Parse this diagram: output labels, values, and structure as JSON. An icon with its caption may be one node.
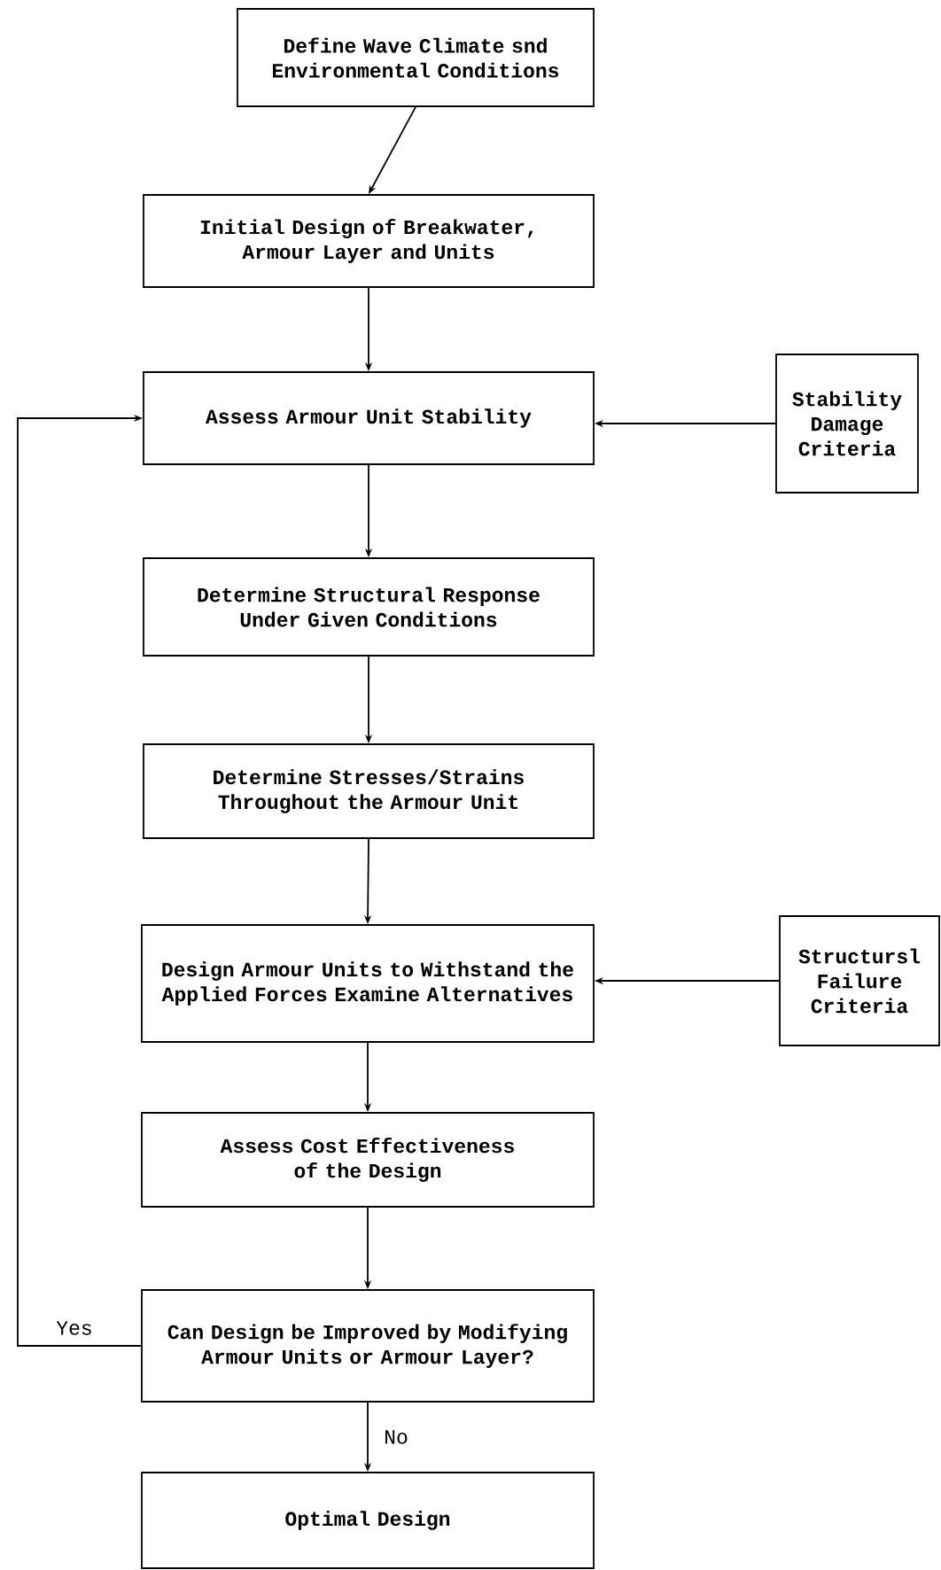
{
  "diagram": {
    "nodes": [
      {
        "text": [
          "Define Wave Climate snd Environmental Conditions"
        ]
      },
      {
        "text": [
          "Initial Design of Breakwater, Armour Layer and Units"
        ]
      },
      {
        "text": [
          "Assess Armour Unit Stability"
        ]
      },
      {
        "text": [
          "Stability Damage Criteria"
        ]
      },
      {
        "text": [
          "Determine Structural Response Under Given Conditions"
        ]
      },
      {
        "text": [
          "Determine Stresses/Strains Throughout the Armour Unit"
        ]
      },
      {
        "text": [
          "Design Armour Units to Withstand the Applied Forces Examine Alternatives"
        ]
      },
      {
        "text": [
          "Structursl Failure Criteria"
        ]
      },
      {
        "text": [
          "Assess Cost Effectiveness of the Design"
        ]
      },
      {
        "text": [
          "Can Design be Improved by Modifying Armour Units or Armour Layer?"
        ]
      },
      {
        "text": [
          "Optimal Design"
        ]
      }
    ],
    "edges": [
      {
        "from": 0,
        "to": 1,
        "arrow": "to"
      },
      {
        "from": 1,
        "to": 2,
        "arrow": "to"
      },
      {
        "from": 3,
        "to": 2,
        "arrow": "to"
      },
      {
        "from": 2,
        "to": 4,
        "arrow": "to"
      },
      {
        "from": 4,
        "to": 5,
        "arrow": "to"
      },
      {
        "from": 5,
        "to": 6,
        "arrow": "to"
      },
      {
        "from": 7,
        "to": 6,
        "arrow": "to"
      },
      {
        "from": 6,
        "to": 8,
        "arrow": "to"
      },
      {
        "from": 8,
        "to": 9,
        "arrow": "to"
      },
      {
        "from": 9,
        "to": 2,
        "label": "Yes",
        "arrow": "to"
      },
      {
        "from": 9,
        "to": 10,
        "label": "No",
        "arrow": "to"
      }
    ]
  }
}
